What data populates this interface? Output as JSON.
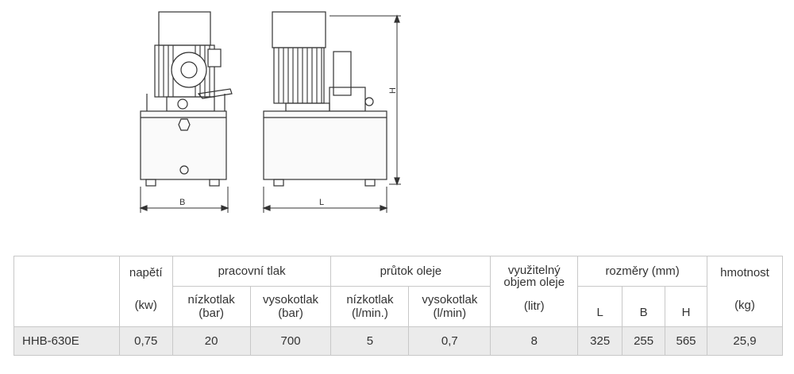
{
  "drawing": {
    "label_b": "B",
    "label_l": "L",
    "label_h": "H"
  },
  "table": {
    "headers": {
      "power": "napětí",
      "power_unit": "(kw)",
      "pressure": "pracovní tlak",
      "pressure_low": "nízkotlak",
      "pressure_low_unit": "(bar)",
      "pressure_high": "vysokotlak",
      "pressure_high_unit": "(bar)",
      "flow": "průtok oleje",
      "flow_low": "nízkotlak",
      "flow_low_unit": "(l/min.)",
      "flow_high": "vysokotlak",
      "flow_high_unit": "(l/min)",
      "oil": "využitelný objem oleje",
      "oil_unit": "(litr)",
      "dims": "rozměry (mm)",
      "dim_l": "L",
      "dim_b": "B",
      "dim_h": "H",
      "weight": "hmotnost",
      "weight_unit": "(kg)"
    },
    "row": {
      "model": "HHB-630E",
      "power": "0,75",
      "p_low": "20",
      "p_high": "700",
      "f_low": "5",
      "f_high": "0,7",
      "oil": "8",
      "l": "325",
      "b": "255",
      "h": "565",
      "weight": "25,9"
    }
  }
}
